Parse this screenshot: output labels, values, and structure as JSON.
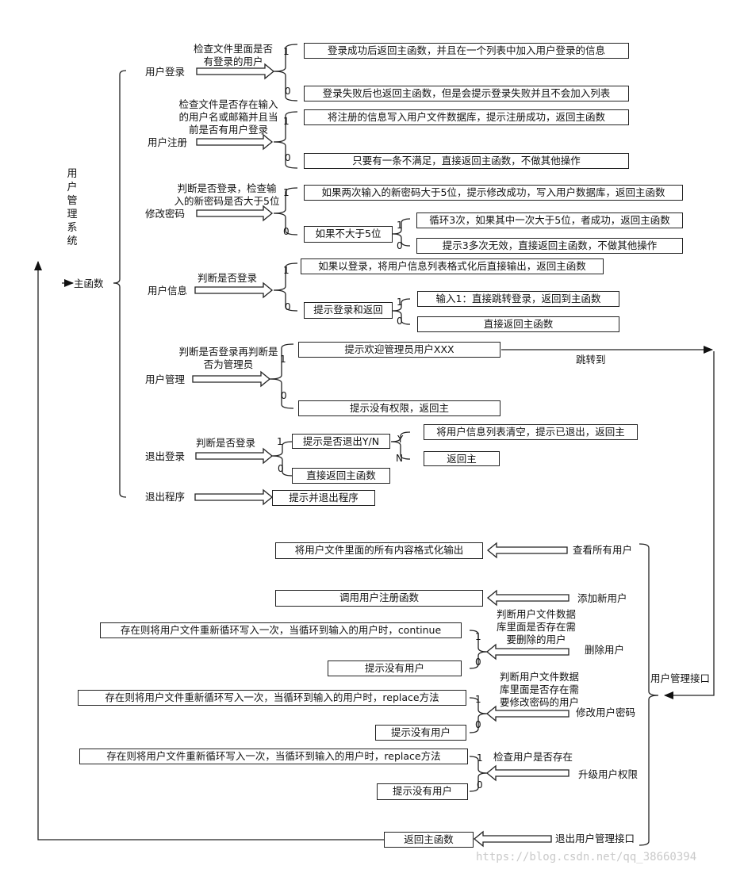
{
  "title": "用户管理系统",
  "main": "主函数",
  "modules": {
    "login": {
      "label": "用户登录",
      "check": "检查文件里面是否有登录的用户",
      "yes": "登录成功后返回主函数，并且在一个列表中加入用户登录的信息",
      "no": "登录失败后也返回主函数，但是会提示登录失败并且不会加入列表"
    },
    "register": {
      "label": "用户注册",
      "check": "检查文件是否存在输入的用户名或邮箱并且当前是否有用户登录",
      "yes": "将注册的信息写入用户文件数据库，提示注册成功，返回主函数",
      "no": "只要有一条不满足，直接返回主函数，不做其他操作"
    },
    "password": {
      "label": "修改密码",
      "check": "判断是否登录，检查输入的新密码是否大于5位",
      "yes": "如果两次输入的新密码大于5位，提示修改成功，写入用户数据库，返回主函数",
      "no": "如果不大于5位",
      "no_yes": "循环3次，如果其中一次大于5位，者成功，返回主函数",
      "no_no": "提示3多次无效，直接返回主函数，不做其他操作"
    },
    "info": {
      "label": "用户信息",
      "check": "判断是否登录",
      "yes": "如果以登录，将用户信息列表格式化后直接输出，返回主函数",
      "no": "提示登录和返回",
      "no_yes": "输入1：直接跳转登录，返回到主函数",
      "no_no": "直接返回主函数"
    },
    "admin": {
      "label": "用户管理",
      "check": "判断是否登录再判断是否为管理员",
      "yes": "提示欢迎管理员用户XXX",
      "jump": "跳转到",
      "no": "提示没有权限，返回主"
    },
    "logout": {
      "label": "退出登录",
      "check": "判断是否登录",
      "yes": "提示是否退出Y/N",
      "y_label": "Y",
      "n_label": "N",
      "y_result": "将用户信息列表清空，提示已退出，返回主",
      "n_result": "返回主",
      "no": "直接返回主函数"
    },
    "exit": {
      "label": "退出程序",
      "result": "提示并退出程序"
    }
  },
  "admin_interface": {
    "label": "用户管理接口",
    "view_all": {
      "label": "查看所有用户",
      "result": "将用户文件里面的所有内容格式化输出"
    },
    "add_user": {
      "label": "添加新用户",
      "result": "调用用户注册函数"
    },
    "delete_user": {
      "label": "删除用户",
      "check": "判断用户文件数据库里面是否存在需要删除的用户",
      "yes": "存在则将用户文件重新循环写入一次，当循环到输入的用户时，continue",
      "no": "提示没有用户"
    },
    "change_password": {
      "label": "修改用户密码",
      "check": "判断用户文件数据库里面是否存在需要修改密码的用户",
      "yes": "存在则将用户文件重新循环写入一次，当循环到输入的用户时，replace方法",
      "no": "提示没有用户"
    },
    "upgrade": {
      "label": "升级用户权限",
      "check": "检查用户是否存在",
      "yes": "存在则将用户文件重新循环写入一次，当循环到输入的用户时，replace方法",
      "no": "提示没有用户"
    },
    "exit_admin": {
      "label": "退出用户管理接口",
      "result": "返回主函数"
    }
  },
  "one": "1",
  "zero": "0",
  "watermark": "https://blog.csdn.net/qq_38660394"
}
